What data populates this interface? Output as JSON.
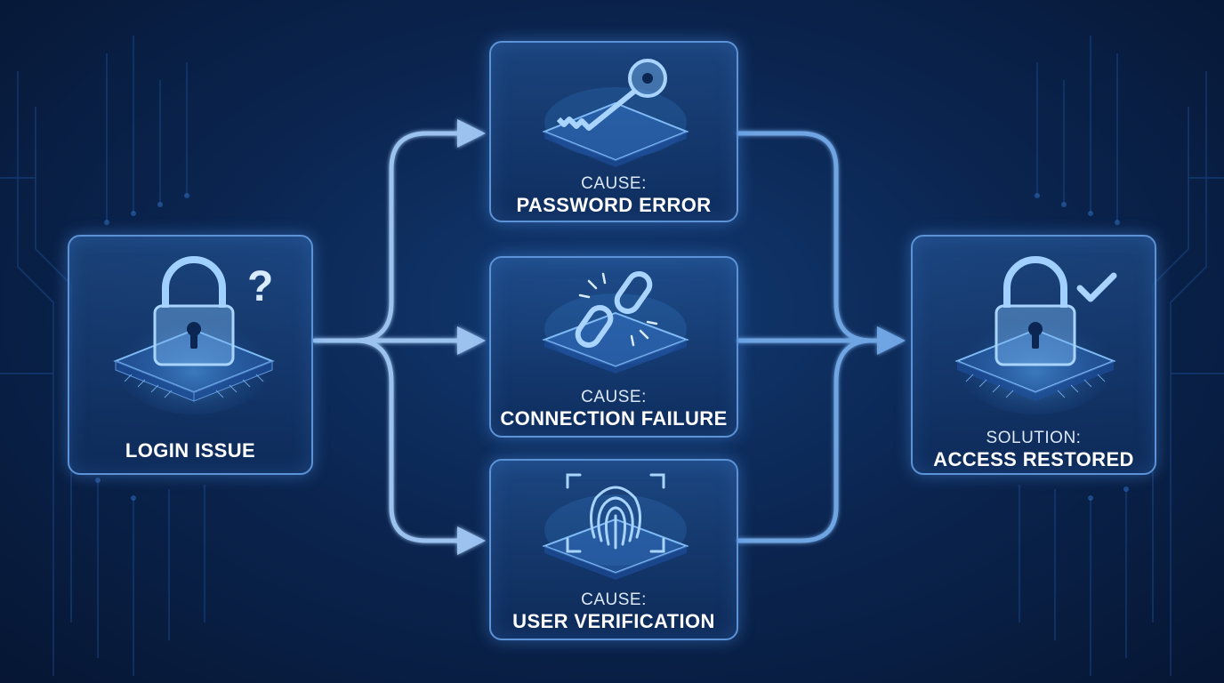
{
  "colors": {
    "background": "#0b2652",
    "border": "#5b93d6",
    "connector": "#9cc3f0",
    "glow": "#55b4ff",
    "text": "#ffffff"
  },
  "nodes": {
    "problem": {
      "title": "LOGIN ISSUE",
      "icon": "lock-question-icon"
    },
    "cause_password": {
      "prefix": "CAUSE:",
      "title": "PASSWORD ERROR",
      "icon": "key-icon"
    },
    "cause_connection": {
      "prefix": "CAUSE:",
      "title": "CONNECTION FAILURE",
      "icon": "broken-link-icon"
    },
    "cause_verification": {
      "prefix": "CAUSE:",
      "title": "USER VERIFICATION",
      "icon": "fingerprint-icon"
    },
    "solution": {
      "prefix": "SOLUTION:",
      "title": "ACCESS RESTORED",
      "icon": "lock-check-icon"
    }
  }
}
